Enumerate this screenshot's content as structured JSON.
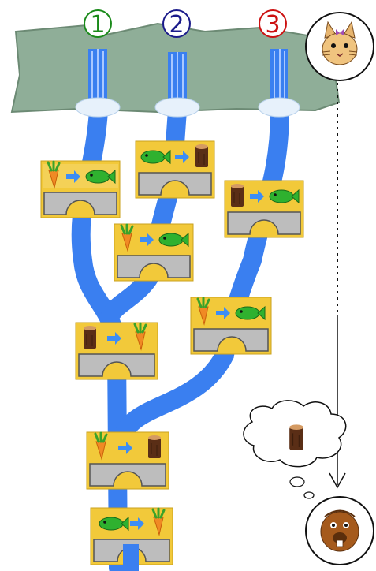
{
  "waterfalls": [
    {
      "label": "1",
      "color": "#1a8a1a"
    },
    {
      "label": "2",
      "color": "#1a1a8a"
    },
    {
      "label": "3",
      "color": "#cc1111"
    }
  ],
  "start_character": {
    "icon": "cat-icon"
  },
  "end_character": {
    "icon": "beaver-icon"
  },
  "thought_bubble": {
    "icon": "log-icon"
  },
  "bridges": [
    {
      "from": "carrot-icon",
      "to": "fish-icon"
    },
    {
      "from": "fish-icon",
      "to": "log-icon"
    },
    {
      "from": "log-icon",
      "to": "fish-icon"
    },
    {
      "from": "carrot-icon",
      "to": "fish-icon"
    },
    {
      "from": "carrot-icon",
      "to": "fish-icon"
    },
    {
      "from": "log-icon",
      "to": "carrot-icon"
    },
    {
      "from": "carrot-icon",
      "to": "log-icon"
    },
    {
      "from": "fish-icon",
      "to": "carrot-icon"
    }
  ],
  "colors": {
    "river": "#3a7ff0",
    "bridge_panel": "#f2c93a",
    "cliff": "#8fae98",
    "arrow": "#3d8df5"
  }
}
